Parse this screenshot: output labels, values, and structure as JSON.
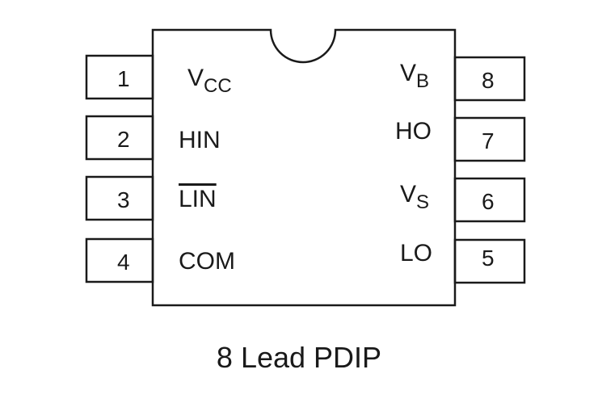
{
  "package_caption": "8 Lead PDIP",
  "pins_left": [
    {
      "number": "1",
      "signal": "V",
      "signal_sub": "CC",
      "overline": false
    },
    {
      "number": "2",
      "signal": "HIN",
      "signal_sub": "",
      "overline": false
    },
    {
      "number": "3",
      "signal": "LIN",
      "signal_sub": "",
      "overline": true
    },
    {
      "number": "4",
      "signal": "COM",
      "signal_sub": "",
      "overline": false
    }
  ],
  "pins_right": [
    {
      "number": "8",
      "signal": "V",
      "signal_sub": "B",
      "overline": false
    },
    {
      "number": "7",
      "signal": "HO",
      "signal_sub": "",
      "overline": false
    },
    {
      "number": "6",
      "signal": "V",
      "signal_sub": "S",
      "overline": false
    },
    {
      "number": "5",
      "signal": "LO",
      "signal_sub": "",
      "overline": false
    }
  ]
}
